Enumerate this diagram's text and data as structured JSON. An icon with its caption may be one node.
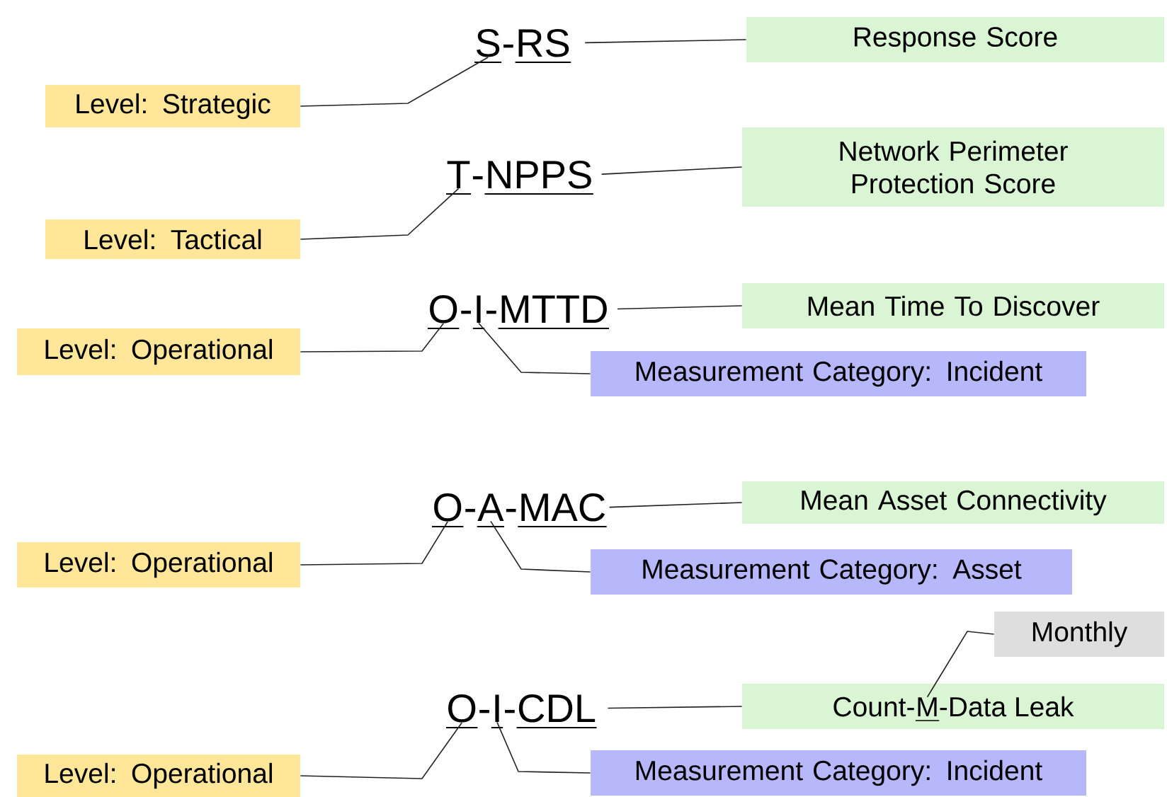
{
  "diagram": {
    "nodes": [
      {
        "text": [
          "S"
        ]
      },
      {
        "text": [
          "RS"
        ]
      },
      {
        "text": [
          "Response Score"
        ]
      },
      {
        "text": [
          "Level: Strategic"
        ]
      },
      {
        "text": [
          "T"
        ]
      },
      {
        "text": [
          "NPPS"
        ]
      },
      {
        "text": [
          "Network Perimeter Protection Score"
        ]
      },
      {
        "text": [
          "Level: Tactical"
        ]
      },
      {
        "text": [
          "O"
        ]
      },
      {
        "text": [
          "I"
        ]
      },
      {
        "text": [
          "MTTD"
        ]
      },
      {
        "text": [
          "Mean Time To Discover"
        ]
      },
      {
        "text": [
          "Level: Operational"
        ]
      },
      {
        "text": [
          "Measurement Category: Incident"
        ]
      },
      {
        "text": [
          "O"
        ]
      },
      {
        "text": [
          "A"
        ]
      },
      {
        "text": [
          "MAC"
        ]
      },
      {
        "text": [
          "Mean Asset Connectivity"
        ]
      },
      {
        "text": [
          "Level: Operational"
        ]
      },
      {
        "text": [
          "Measurement Category: Asset"
        ]
      },
      {
        "text": [
          "Monthly"
        ]
      },
      {
        "text": [
          "O"
        ]
      },
      {
        "text": [
          "I"
        ]
      },
      {
        "text": [
          "CDL"
        ]
      },
      {
        "text": [
          "Count-",
          "-Data Leak"
        ]
      },
      {
        "text": [
          "M"
        ],
        "in": 24
      },
      {
        "text": [
          "Level: Operational"
        ]
      },
      {
        "text": [
          "Measurement Category: Incident"
        ]
      }
    ],
    "edges": [
      {
        "from": 0,
        "to": 3,
        "arrow": "none"
      },
      {
        "from": 1,
        "to": 2,
        "arrow": "none"
      },
      {
        "from": 4,
        "to": 7,
        "arrow": "none"
      },
      {
        "from": 5,
        "to": 6,
        "arrow": "none"
      },
      {
        "from": 8,
        "to": 12,
        "arrow": "none"
      },
      {
        "from": 9,
        "to": 13,
        "arrow": "none"
      },
      {
        "from": 10,
        "to": 11,
        "arrow": "none"
      },
      {
        "from": 14,
        "to": 18,
        "arrow": "none"
      },
      {
        "from": 15,
        "to": 19,
        "arrow": "none"
      },
      {
        "from": 16,
        "to": 17,
        "arrow": "none"
      },
      {
        "from": 21,
        "to": 26,
        "arrow": "none"
      },
      {
        "from": 22,
        "to": 27,
        "arrow": "none"
      },
      {
        "from": 23,
        "to": 24,
        "arrow": "none"
      },
      {
        "from": 25,
        "to": 20,
        "arrow": "none"
      }
    ],
    "labels": [
      "-",
      "-",
      "-",
      "-",
      "-",
      "-",
      "-",
      "-"
    ]
  }
}
